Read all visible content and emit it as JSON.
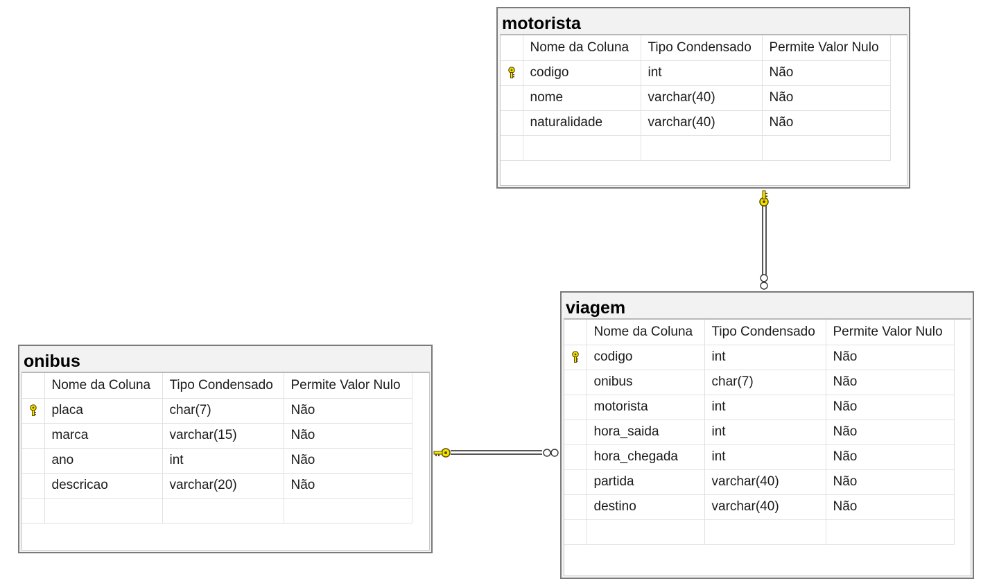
{
  "tables": {
    "motorista": {
      "title": "motorista",
      "headers": {
        "col_name": "Nome da Coluna",
        "col_type": "Tipo Condensado",
        "col_null": "Permite Valor Nulo"
      },
      "rows": [
        {
          "name": "codigo",
          "type": "int",
          "nullable": "Não",
          "pk": true
        },
        {
          "name": "nome",
          "type": "varchar(40)",
          "nullable": "Não",
          "pk": false
        },
        {
          "name": "naturalidade",
          "type": "varchar(40)",
          "nullable": "Não",
          "pk": false
        }
      ]
    },
    "viagem": {
      "title": "viagem",
      "headers": {
        "col_name": "Nome da Coluna",
        "col_type": "Tipo Condensado",
        "col_null": "Permite Valor Nulo"
      },
      "rows": [
        {
          "name": "codigo",
          "type": "int",
          "nullable": "Não",
          "pk": true
        },
        {
          "name": "onibus",
          "type": "char(7)",
          "nullable": "Não",
          "pk": false
        },
        {
          "name": "motorista",
          "type": "int",
          "nullable": "Não",
          "pk": false
        },
        {
          "name": "hora_saida",
          "type": "int",
          "nullable": "Não",
          "pk": false
        },
        {
          "name": "hora_chegada",
          "type": "int",
          "nullable": "Não",
          "pk": false
        },
        {
          "name": "partida",
          "type": "varchar(40)",
          "nullable": "Não",
          "pk": false
        },
        {
          "name": "destino",
          "type": "varchar(40)",
          "nullable": "Não",
          "pk": false
        }
      ]
    },
    "onibus": {
      "title": "onibus",
      "headers": {
        "col_name": "Nome da Coluna",
        "col_type": "Tipo Condensado",
        "col_null": "Permite Valor Nulo"
      },
      "rows": [
        {
          "name": "placa",
          "type": "char(7)",
          "nullable": "Não",
          "pk": true
        },
        {
          "name": "marca",
          "type": "varchar(15)",
          "nullable": "Não",
          "pk": false
        },
        {
          "name": "ano",
          "type": "int",
          "nullable": "Não",
          "pk": false
        },
        {
          "name": "descricao",
          "type": "varchar(20)",
          "nullable": "Não",
          "pk": false
        }
      ]
    }
  },
  "relationships": [
    {
      "from": "motorista",
      "to": "viagem",
      "one_end": "key-icon",
      "many_end": "infinity-icon"
    },
    {
      "from": "onibus",
      "to": "viagem",
      "one_end": "key-icon",
      "many_end": "infinity-icon"
    }
  ],
  "colors": {
    "key": "#f5e400",
    "key_outline": "#5a4a00",
    "line": "#555555"
  }
}
